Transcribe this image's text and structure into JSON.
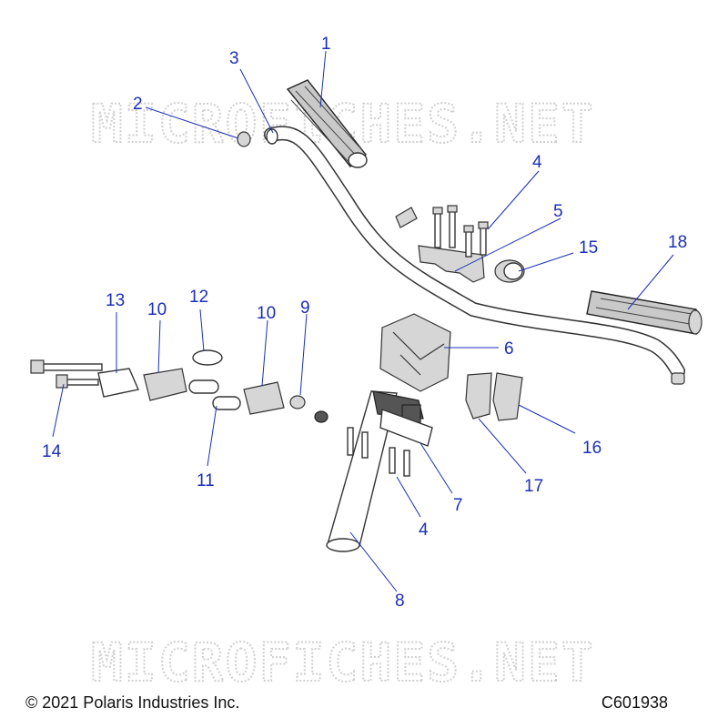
{
  "watermark": "MICROFICHES.NET",
  "footer": {
    "copyright": "© 2021 Polaris Industries Inc.",
    "diagram_id": "C601938"
  },
  "callouts": [
    {
      "id": "c1",
      "label": "1"
    },
    {
      "id": "c2",
      "label": "2"
    },
    {
      "id": "c3",
      "label": "3"
    },
    {
      "id": "c4a",
      "label": "4"
    },
    {
      "id": "c5",
      "label": "5"
    },
    {
      "id": "c15",
      "label": "15"
    },
    {
      "id": "c18",
      "label": "18"
    },
    {
      "id": "c12",
      "label": "12"
    },
    {
      "id": "c13",
      "label": "13"
    },
    {
      "id": "c10a",
      "label": "10"
    },
    {
      "id": "c10b",
      "label": "10"
    },
    {
      "id": "c9",
      "label": "9"
    },
    {
      "id": "c6",
      "label": "6"
    },
    {
      "id": "c14",
      "label": "14"
    },
    {
      "id": "c11",
      "label": "11"
    },
    {
      "id": "c16",
      "label": "16"
    },
    {
      "id": "c7",
      "label": "7"
    },
    {
      "id": "c17",
      "label": "17"
    },
    {
      "id": "c4b",
      "label": "4"
    },
    {
      "id": "c8",
      "label": "8"
    }
  ],
  "colors": {
    "callout": "#1b2fb8",
    "watermark": "#d0d0d0"
  }
}
